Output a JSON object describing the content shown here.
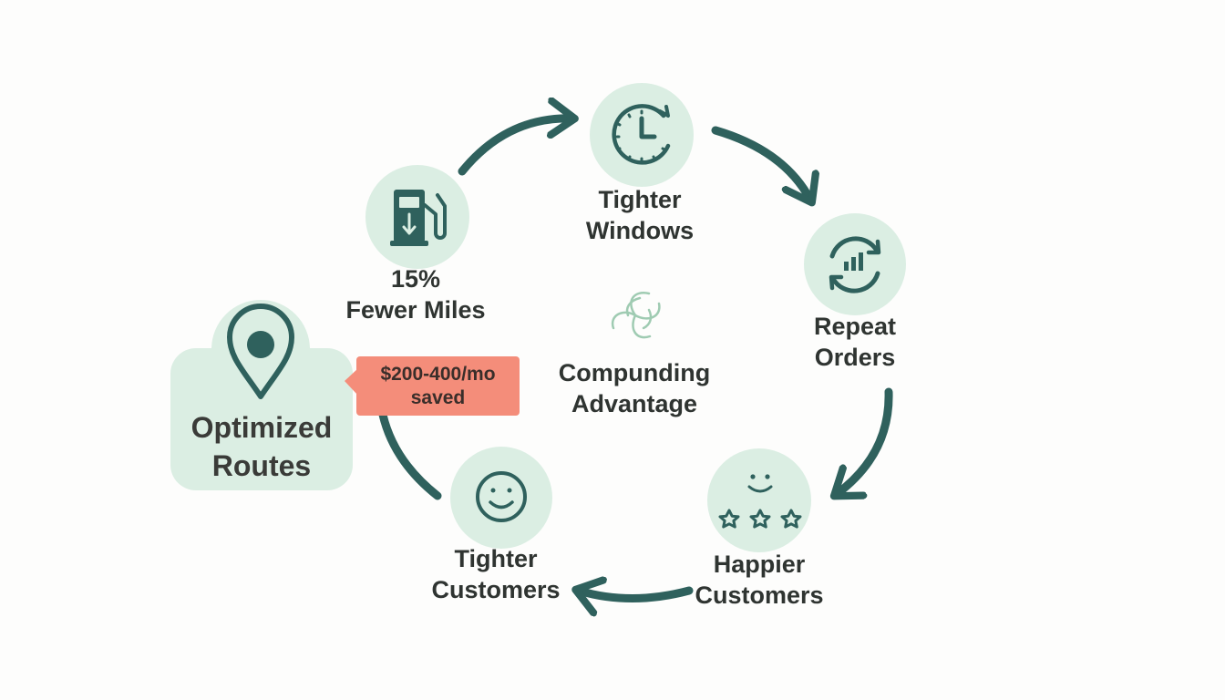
{
  "colors": {
    "arrow": "#2f615d",
    "icon": "#2f615d",
    "node_fill": "#dbeee3",
    "badge_fill": "#f48d7a",
    "text": "#2f3431",
    "background": "#fdfdfc"
  },
  "start_node": {
    "icon": "map-pin-icon",
    "label_line1": "Optimized",
    "label_line2": "Routes",
    "badge": {
      "line1": "$200-400/mo",
      "line2": "saved"
    }
  },
  "center": {
    "icon": "spiral-icon",
    "line1": "Compunding",
    "line2": "Advantage"
  },
  "cycle_nodes": [
    {
      "icon": "fuel-pump-icon",
      "line1": "15%",
      "line2": "Fewer Miles"
    },
    {
      "icon": "clock-icon",
      "line1": "Tighter",
      "line2": "Windows"
    },
    {
      "icon": "repeat-chart-icon",
      "line1": "Repeat",
      "line2": "Orders"
    },
    {
      "icon": "smile-stars-icon",
      "line1": "Happier",
      "line2": "Customers"
    },
    {
      "icon": "smiley-icon",
      "line1": "Tighter",
      "line2": "Customers"
    }
  ]
}
